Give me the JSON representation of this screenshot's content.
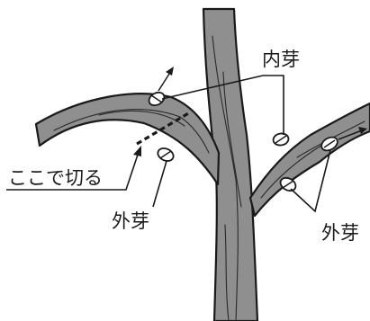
{
  "labels": {
    "cut_here": "ここで切る",
    "inner_bud": "内芽",
    "outer_bud_left": "外芽",
    "outer_bud_right": "外芽"
  },
  "colors": {
    "branch_fill": "#8f8f8f",
    "outline": "#1a1a1a",
    "bud_fill": "#ffffff"
  }
}
